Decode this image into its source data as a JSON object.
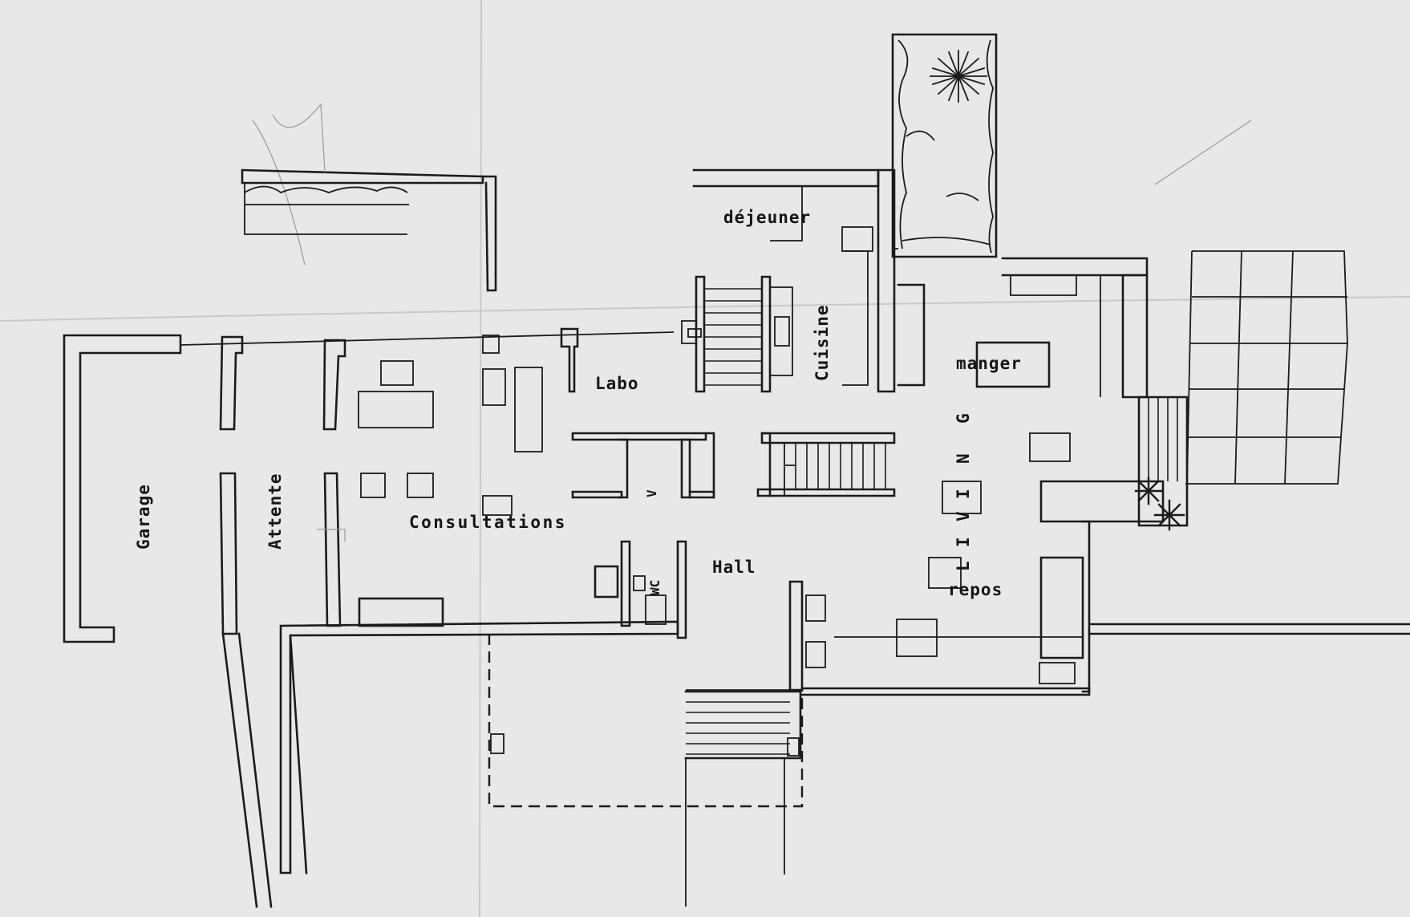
{
  "plan": {
    "rooms": {
      "garage": "Garage",
      "attente": "Attente",
      "consultations": "Consultations",
      "labo": "Labo",
      "dejeuner": "déjeuner",
      "cuisine": "Cuisine",
      "manger": "manger",
      "living_letters": [
        "L",
        "I",
        "V",
        "I",
        "N",
        "G"
      ],
      "repos": "repos",
      "hall": "Hall",
      "wc": "WC",
      "v": "V"
    },
    "icons": {
      "plant": "plant-icon"
    }
  }
}
